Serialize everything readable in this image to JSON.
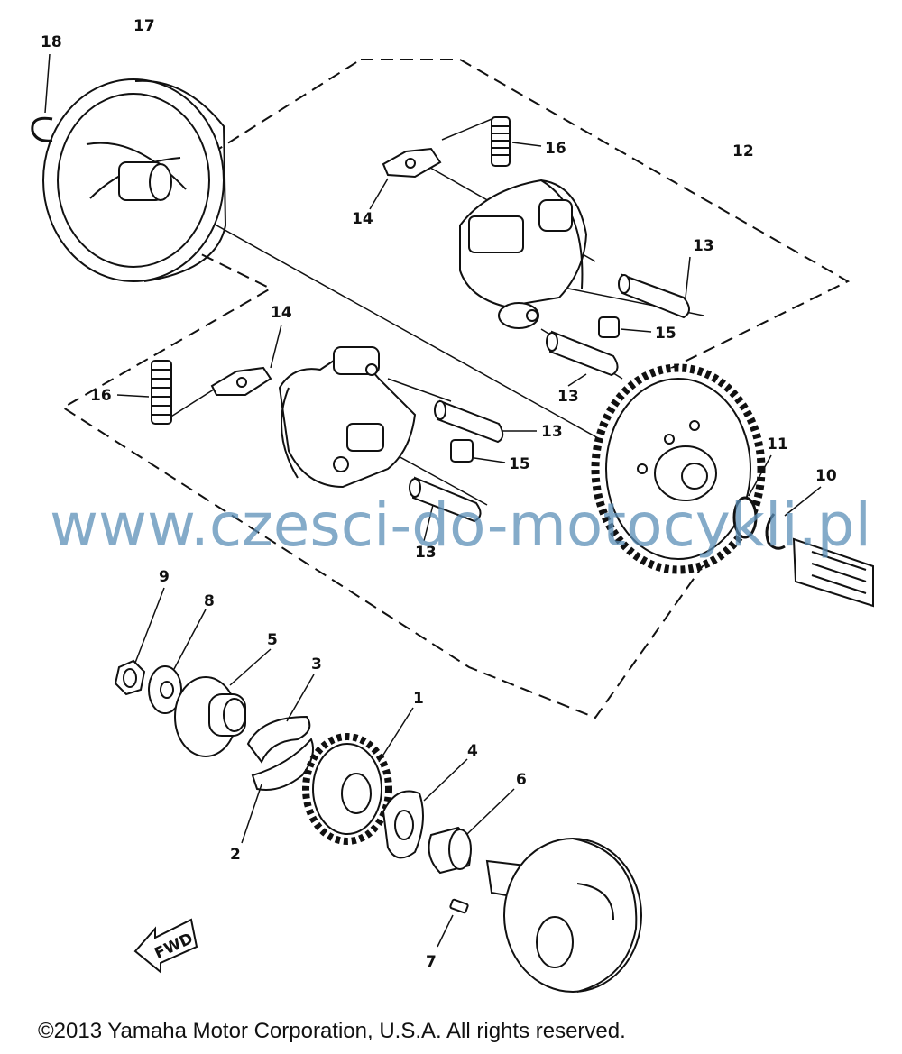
{
  "watermark": "www.czesci-do-motocykli.pl",
  "copyright": "©2013 Yamaha Motor Corporation, U.S.A. All rights reserved.",
  "fwd_label": "FWD",
  "callouts": {
    "p1": "1",
    "p2": "2",
    "p3": "3",
    "p4": "4",
    "p5": "5",
    "p6": "6",
    "p7": "7",
    "p8": "8",
    "p9": "9",
    "p10": "10",
    "p11": "11",
    "p12": "12",
    "p13a": "13",
    "p13b": "13",
    "p13c": "13",
    "p13d": "13",
    "p14a": "14",
    "p14b": "14",
    "p15a": "15",
    "p15b": "15",
    "p16a": "16",
    "p16b": "16",
    "p17": "17",
    "p18": "18"
  }
}
